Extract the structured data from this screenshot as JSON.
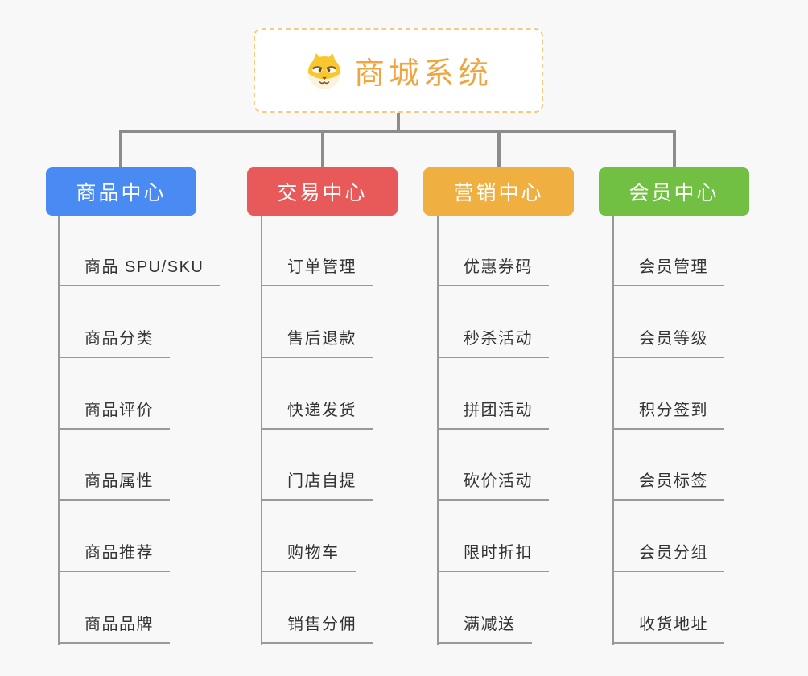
{
  "page": {
    "background_color": "#F8F8F8",
    "connector_color": "#8C8C8C",
    "sub_line_color": "#97999B",
    "item_text_color": "#333333"
  },
  "root": {
    "title": "商城系统",
    "icon": "dog-face-icon",
    "title_color": "#F0A541",
    "border_color": "#F6CA82",
    "background_color": "#FFFFFF"
  },
  "branches": [
    {
      "label": "商品中心",
      "color": "#4A8BF3",
      "items": [
        "商品 SPU/SKU",
        "商品分类",
        "商品评价",
        "商品属性",
        "商品推荐",
        "商品品牌"
      ]
    },
    {
      "label": "交易中心",
      "color": "#E85A5A",
      "items": [
        "订单管理",
        "售后退款",
        "快递发货",
        "门店自提",
        "购物车",
        "销售分佣"
      ]
    },
    {
      "label": "营销中心",
      "color": "#EFB041",
      "items": [
        "优惠券码",
        "秒杀活动",
        "拼团活动",
        "砍价活动",
        "限时折扣",
        "满减送"
      ]
    },
    {
      "label": "会员中心",
      "color": "#72C043",
      "items": [
        "会员管理",
        "会员等级",
        "积分签到",
        "会员标签",
        "会员分组",
        "收货地址"
      ]
    }
  ]
}
